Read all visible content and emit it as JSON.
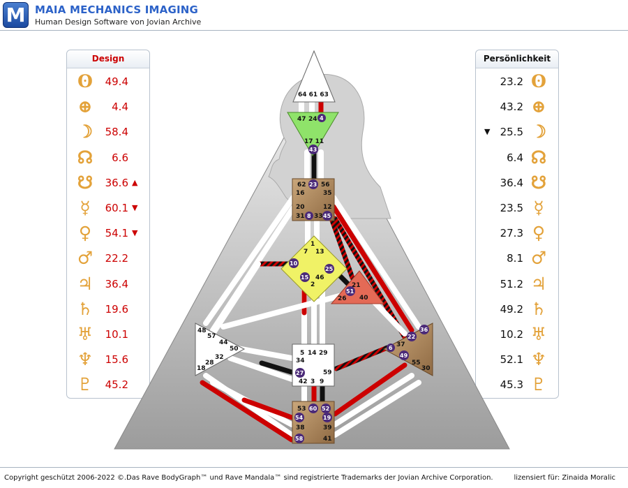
{
  "header": {
    "logo_letter": "M",
    "title": "MAIA MECHANICS IMAGING",
    "subtitle": "Human Design Software von Jovian Archive"
  },
  "design": {
    "title": "Design",
    "rows": [
      {
        "planet": "sun-icon",
        "symbol": "ʘ",
        "value": "49.4",
        "mark": ""
      },
      {
        "planet": "earth-icon",
        "symbol": "⊕",
        "value": "4.4",
        "mark": ""
      },
      {
        "planet": "moon-icon",
        "symbol": "☽",
        "value": "58.4",
        "mark": ""
      },
      {
        "planet": "north-node-icon",
        "symbol": "☊",
        "value": "6.6",
        "mark": ""
      },
      {
        "planet": "south-node-icon",
        "symbol": "☋",
        "value": "36.6",
        "mark": "▲"
      },
      {
        "planet": "mercury-icon",
        "symbol": "☿",
        "value": "60.1",
        "mark": "▼"
      },
      {
        "planet": "venus-icon",
        "symbol": "♀",
        "value": "54.1",
        "mark": "▼"
      },
      {
        "planet": "mars-icon",
        "symbol": "♂",
        "value": "22.2",
        "mark": ""
      },
      {
        "planet": "jupiter-icon",
        "symbol": "♃",
        "value": "36.4",
        "mark": ""
      },
      {
        "planet": "saturn-icon",
        "symbol": "♄",
        "value": "19.6",
        "mark": ""
      },
      {
        "planet": "uranus-icon",
        "symbol": "♅",
        "value": "10.1",
        "mark": ""
      },
      {
        "planet": "neptune-icon",
        "symbol": "♆",
        "value": "15.6",
        "mark": ""
      },
      {
        "planet": "pluto-icon",
        "symbol": "♇",
        "value": "45.2",
        "mark": ""
      }
    ]
  },
  "personality": {
    "title": "Persönlichkeit",
    "rows": [
      {
        "planet": "sun-icon",
        "symbol": "ʘ",
        "value": "23.2",
        "mark": ""
      },
      {
        "planet": "earth-icon",
        "symbol": "⊕",
        "value": "43.2",
        "mark": ""
      },
      {
        "planet": "moon-icon",
        "symbol": "☽",
        "value": "25.5",
        "mark": "▼"
      },
      {
        "planet": "north-node-icon",
        "symbol": "☊",
        "value": "6.4",
        "mark": ""
      },
      {
        "planet": "south-node-icon",
        "symbol": "☋",
        "value": "36.4",
        "mark": ""
      },
      {
        "planet": "mercury-icon",
        "symbol": "☿",
        "value": "23.5",
        "mark": ""
      },
      {
        "planet": "venus-icon",
        "symbol": "♀",
        "value": "27.3",
        "mark": ""
      },
      {
        "planet": "mars-icon",
        "symbol": "♂",
        "value": "8.1",
        "mark": ""
      },
      {
        "planet": "jupiter-icon",
        "symbol": "♃",
        "value": "51.2",
        "mark": ""
      },
      {
        "planet": "saturn-icon",
        "symbol": "♄",
        "value": "49.2",
        "mark": ""
      },
      {
        "planet": "uranus-icon",
        "symbol": "♅",
        "value": "10.2",
        "mark": ""
      },
      {
        "planet": "neptune-icon",
        "symbol": "♆",
        "value": "52.1",
        "mark": ""
      },
      {
        "planet": "pluto-icon",
        "symbol": "♇",
        "value": "45.3",
        "mark": ""
      }
    ]
  },
  "colors": {
    "design": "#cc0000",
    "personality": "#111111",
    "glyph": "#e3a23a",
    "head_center": "#ffffff",
    "ajna_center": "#8fe36a",
    "throat_center": "#b48a5c",
    "g_center": "#f0f266",
    "ego_center": "#e46a56",
    "spleen_center": "#ffffff",
    "sacral_center": "#ffffff",
    "solar_plexus_center": "#b48a5c",
    "root_center": "#b48a5c",
    "active_gate": "#4b2a78"
  },
  "bodygraph": {
    "head_gates": [
      "64",
      "61",
      "63"
    ],
    "ajna_gates": [
      "47",
      "24",
      "4",
      "17",
      "11",
      "43"
    ],
    "throat_gates": [
      "62",
      "23",
      "56",
      "16",
      "35",
      "20",
      "12",
      "31",
      "8",
      "33",
      "45"
    ],
    "g_gates": [
      "1",
      "7",
      "13",
      "10",
      "25",
      "15",
      "46",
      "2"
    ],
    "ego_gates": [
      "21",
      "51",
      "26",
      "40"
    ],
    "spleen_gates": [
      "48",
      "57",
      "44",
      "50",
      "32",
      "28",
      "18"
    ],
    "sacral_gates": [
      "5",
      "14",
      "29",
      "34",
      "27",
      "59",
      "42",
      "3",
      "9"
    ],
    "solar_plexus_gates": [
      "36",
      "22",
      "37",
      "6",
      "49",
      "55",
      "30"
    ],
    "root_gates": [
      "53",
      "60",
      "52",
      "54",
      "19",
      "38",
      "39",
      "58",
      "41"
    ]
  },
  "footer": {
    "copyright": "Copyright geschützt 2006-2022 ©.Das Rave BodyGraph™ und Rave Mandala™ sind registrierte Trademarks der Jovian Archive Corporation.",
    "license": "lizensiert für: Zinaida Moralic"
  }
}
